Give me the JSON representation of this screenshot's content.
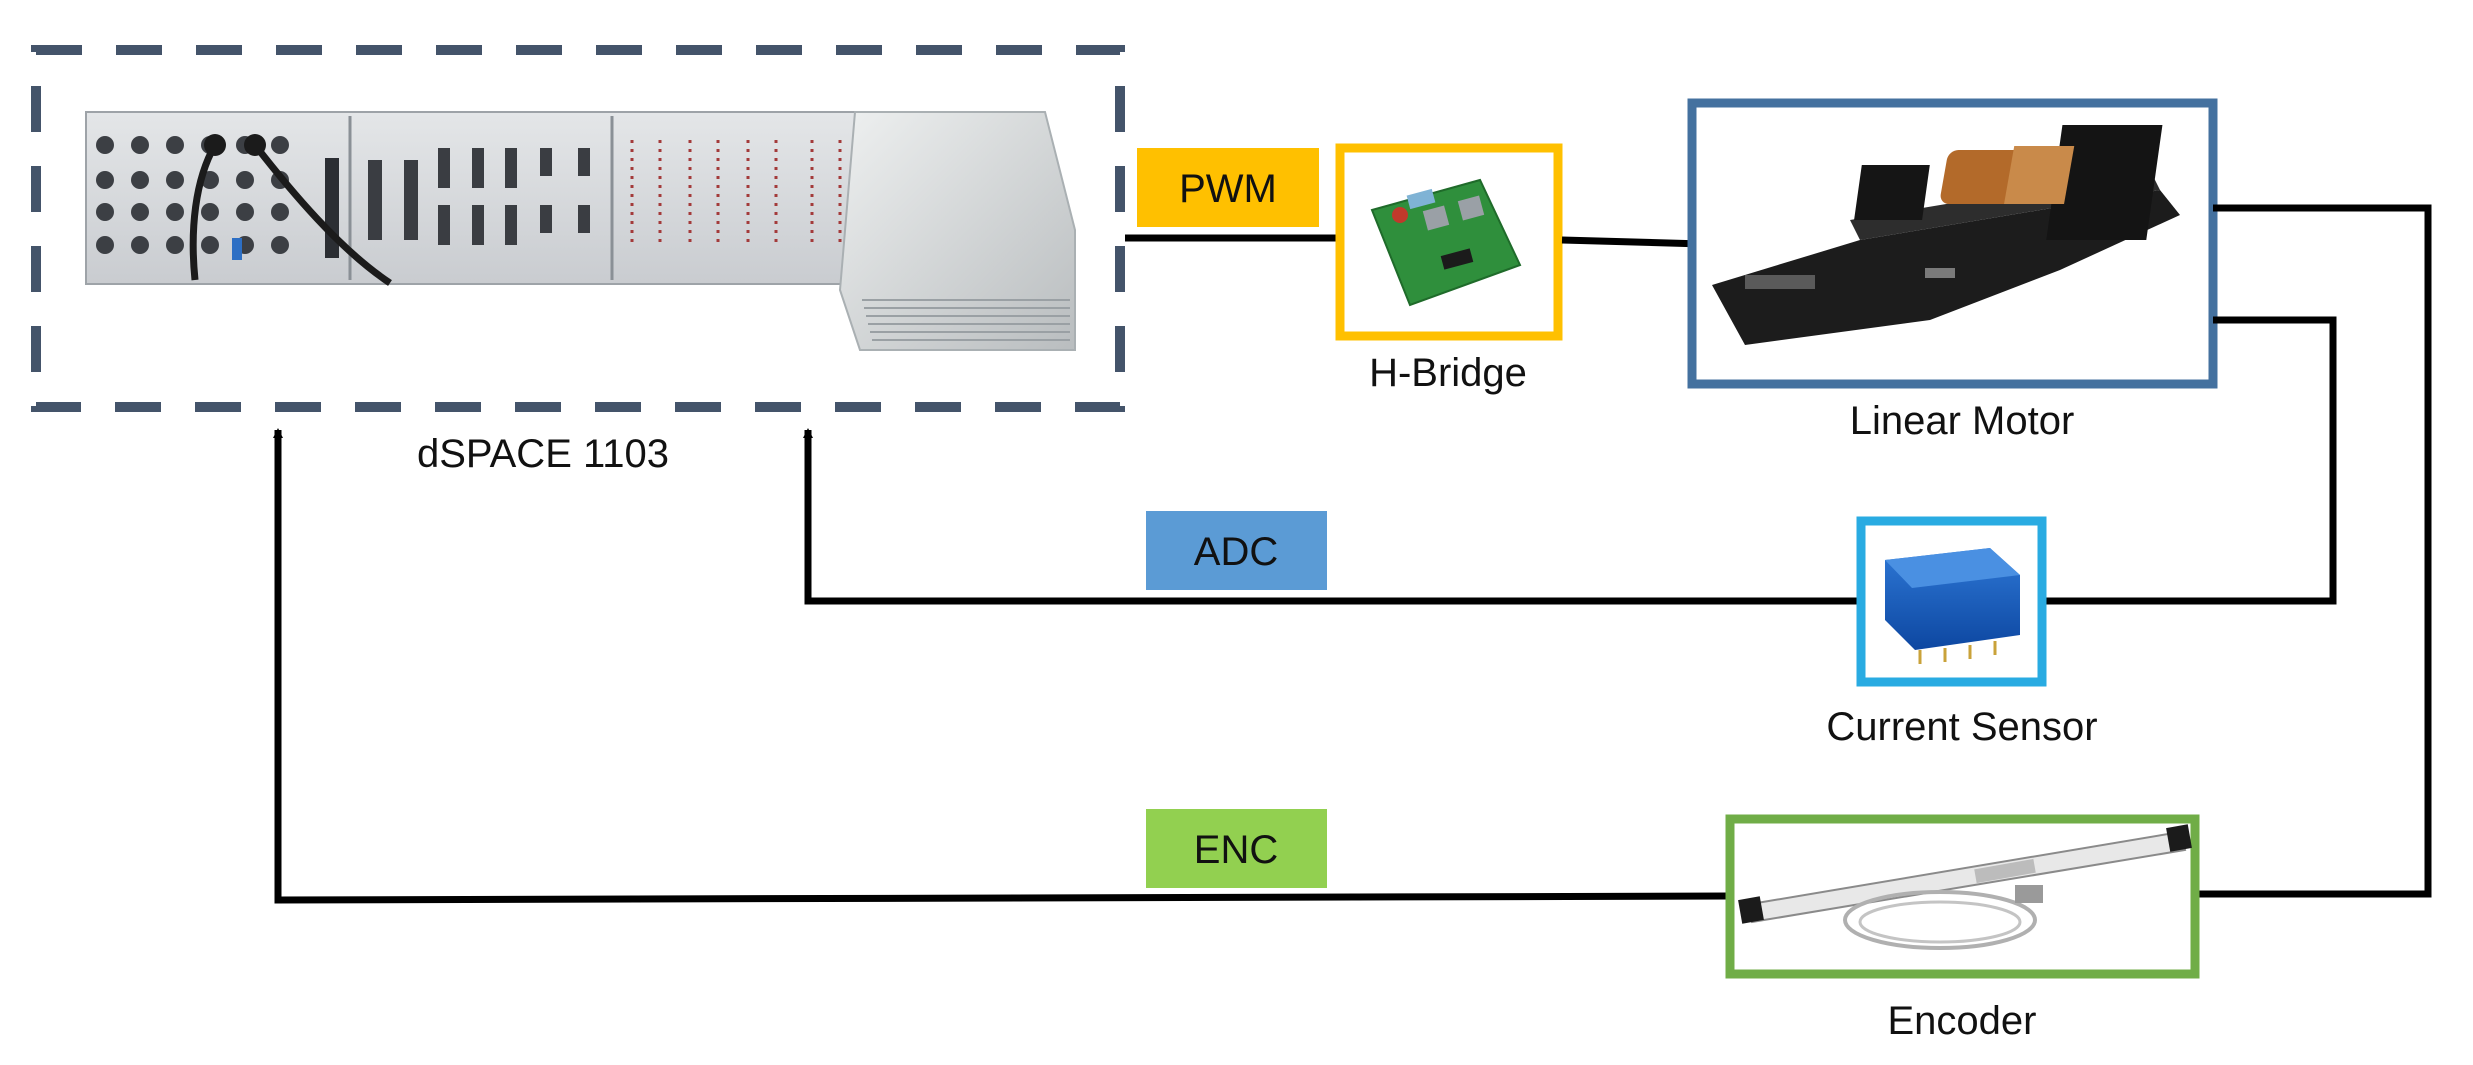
{
  "labels": {
    "dspace": "dSPACE 1103",
    "hbridge": "H-Bridge",
    "motor": "Linear Motor",
    "sensor": "Current Sensor",
    "encoder": "Encoder"
  },
  "signals": {
    "pwm": "PWM",
    "adc": "ADC",
    "enc": "ENC"
  },
  "colors": {
    "dspace_border": "#44546A",
    "pwm": "#FFC000",
    "hbridge_border": "#FFC000",
    "motor_border": "#44719F",
    "adc": "#5B9BD5",
    "sensor_border": "#29ABE2",
    "enc": "#92D050",
    "encoder_border": "#70AD47",
    "wire": "#000000"
  }
}
